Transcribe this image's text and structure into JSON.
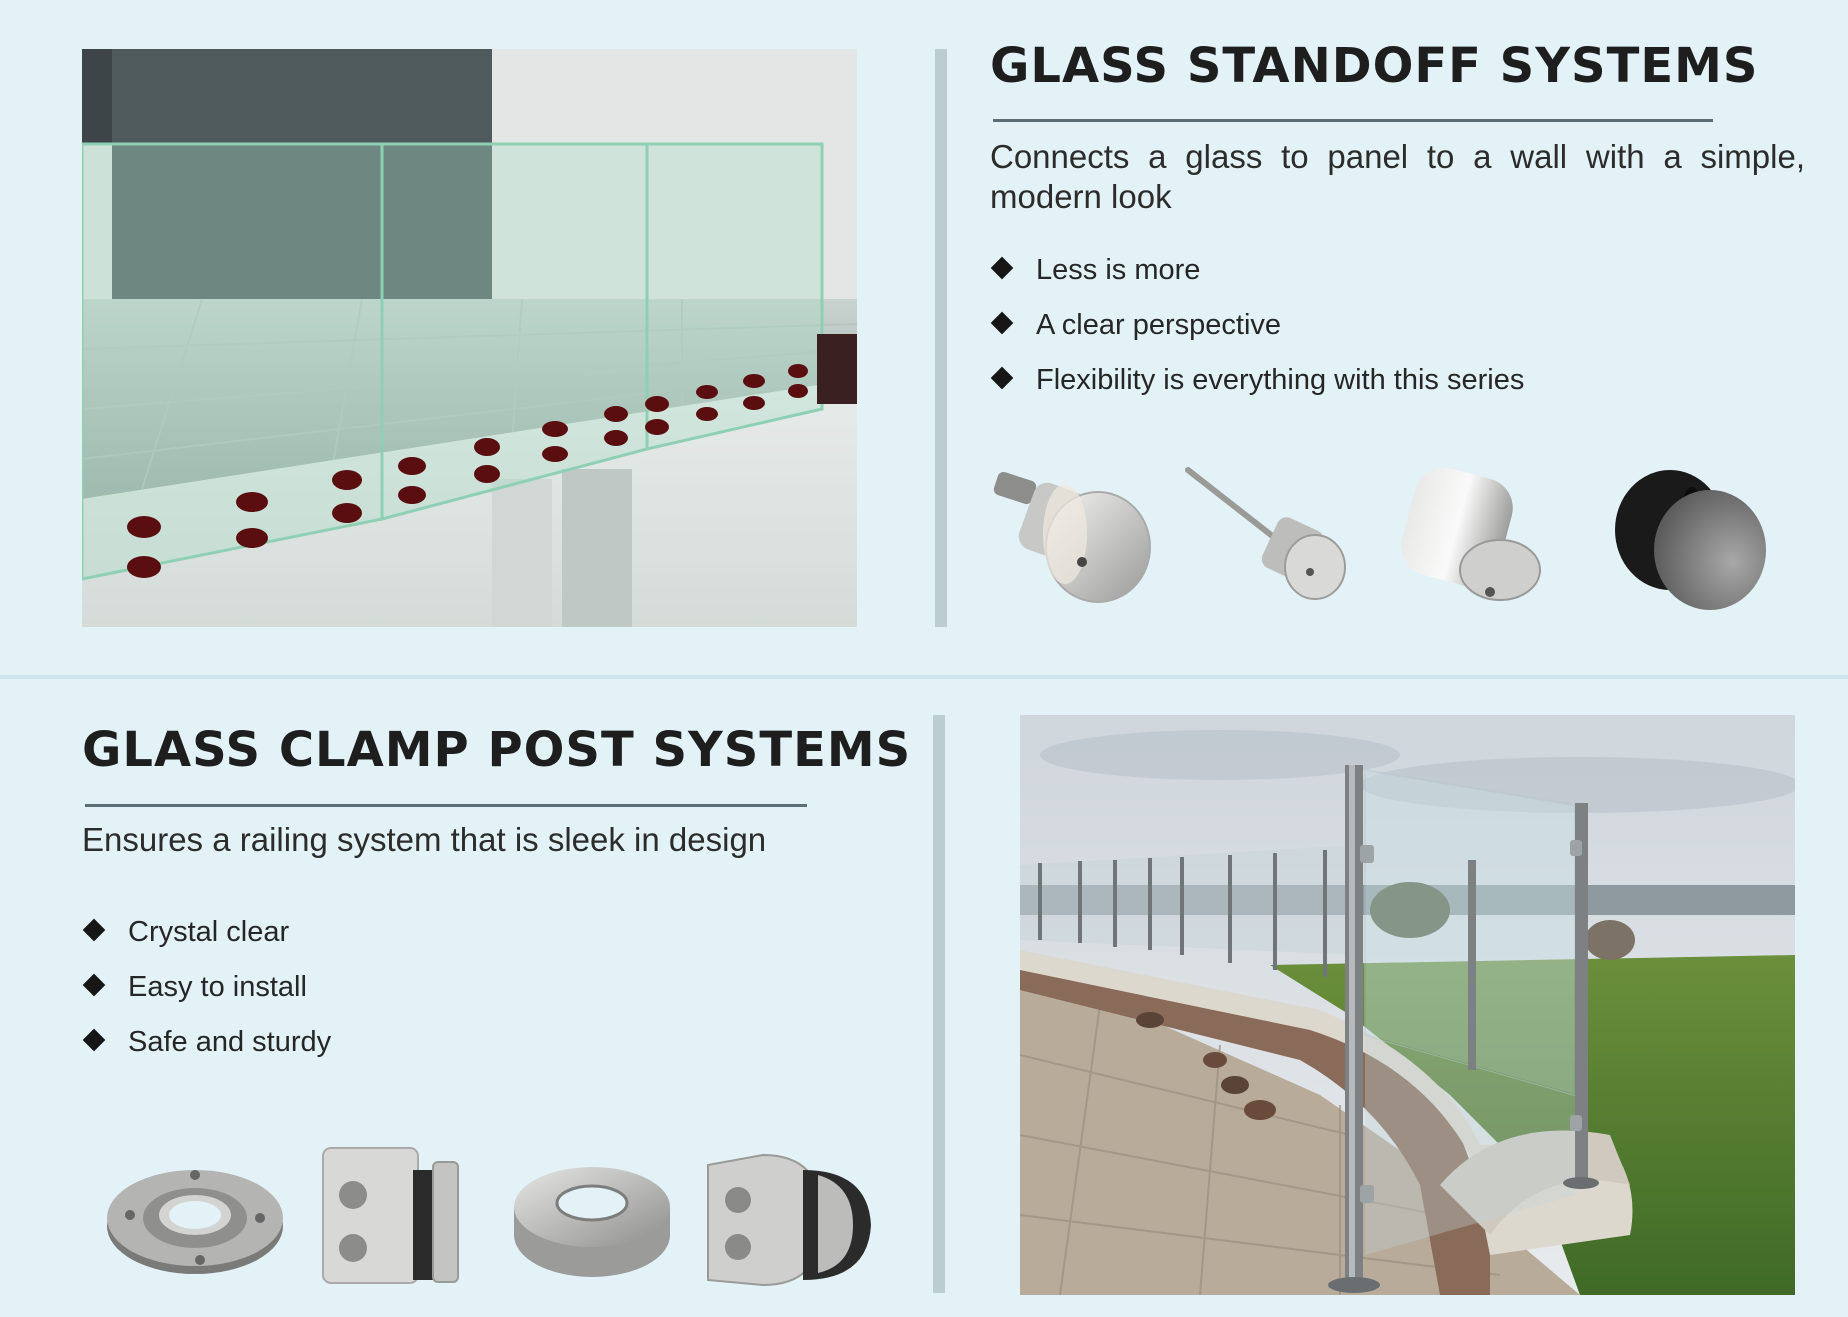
{
  "standoff": {
    "title": "GLASS STANDOFF SYSTEMS",
    "description": "Connects a glass to panel to a wall with a simple, modern look",
    "bullets": [
      "Less is more",
      "A clear perspective",
      "Flexibility is everything with this series"
    ],
    "product_icons": [
      "standoff-threaded-stud-icon",
      "standoff-long-pin-icon",
      "standoff-cylinder-icon",
      "standoff-black-cap-icon"
    ]
  },
  "clamp": {
    "title": "GLASS CLAMP POST SYSTEMS",
    "description": "Ensures a railing system that is sleek in design",
    "bullets": [
      "Crystal clear",
      "Easy to install",
      "Safe and sturdy"
    ],
    "product_icons": [
      "base-flange-icon",
      "square-glass-clamp-icon",
      "cover-ring-icon",
      "d-shaped-glass-clamp-icon"
    ]
  }
}
